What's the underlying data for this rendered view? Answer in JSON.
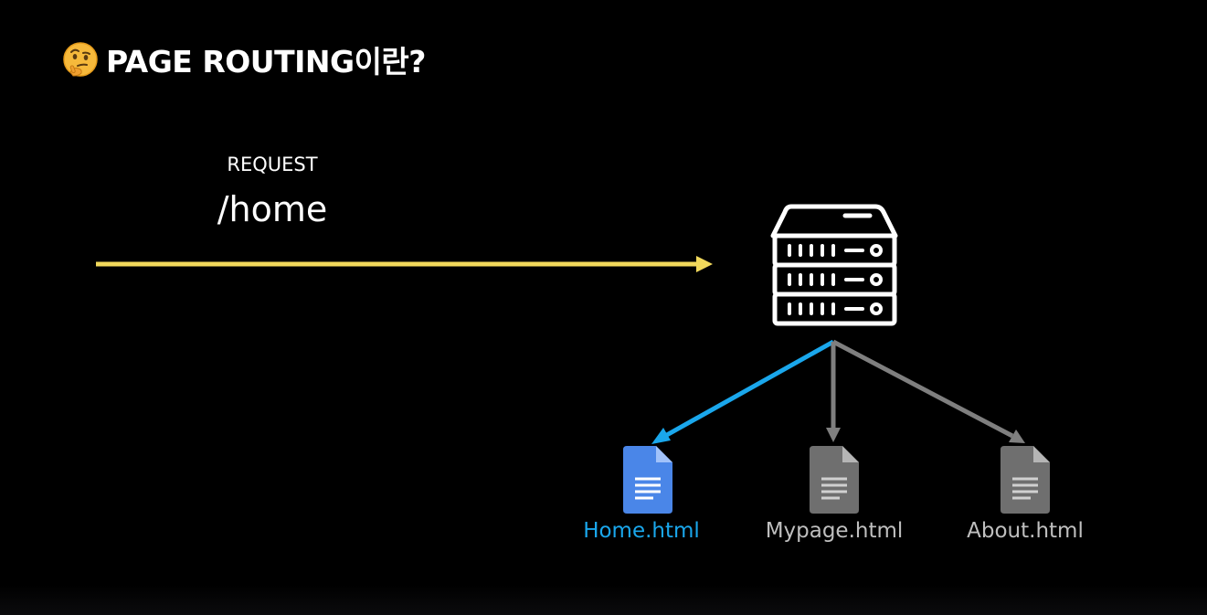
{
  "title": {
    "emoji": "🤔",
    "emoji_icon": "thinking-face-icon",
    "text": "PAGE ROUTING이란?"
  },
  "request": {
    "label": "REQUEST",
    "path": "/home"
  },
  "server": {
    "icon": "server-rack-icon"
  },
  "files": [
    {
      "name": "Home.html",
      "icon": "document-icon",
      "active": true
    },
    {
      "name": "Mypage.html",
      "icon": "document-icon",
      "active": false
    },
    {
      "name": "About.html",
      "icon": "document-icon",
      "active": false
    }
  ],
  "colors": {
    "background": "#000000",
    "request_arrow": "#f2d95c",
    "active_route": "#1aa7ec",
    "inactive_route": "#7f7f7f",
    "active_doc": "#4a86e8",
    "inactive_doc": "#6f6f6f",
    "active_label": "#1aa7ec",
    "inactive_label": "#bfbfbf"
  }
}
